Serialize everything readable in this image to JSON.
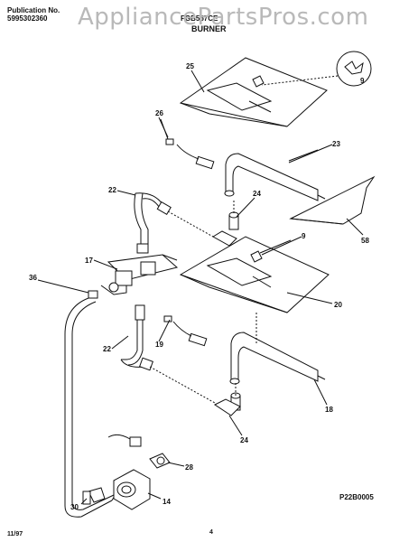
{
  "header": {
    "publication_label": "Publication No.",
    "publication_number": "5995302360",
    "model": "FGB557CE",
    "section": "BURNER"
  },
  "watermark": "AppliancePartsPros.com",
  "callouts": {
    "c25": "25",
    "c9a": "9",
    "c26": "26",
    "c23": "23",
    "c22a": "22",
    "c24a": "24",
    "c58": "58",
    "c9b": "9",
    "c17": "17",
    "c36": "36",
    "c20": "20",
    "c19": "19",
    "c22b": "22",
    "c18": "18",
    "c24b": "24",
    "c28": "28",
    "c30": "30",
    "c14": "14"
  },
  "footer": {
    "date": "11/97",
    "page": "4",
    "diagram_code": "P22B0005"
  }
}
